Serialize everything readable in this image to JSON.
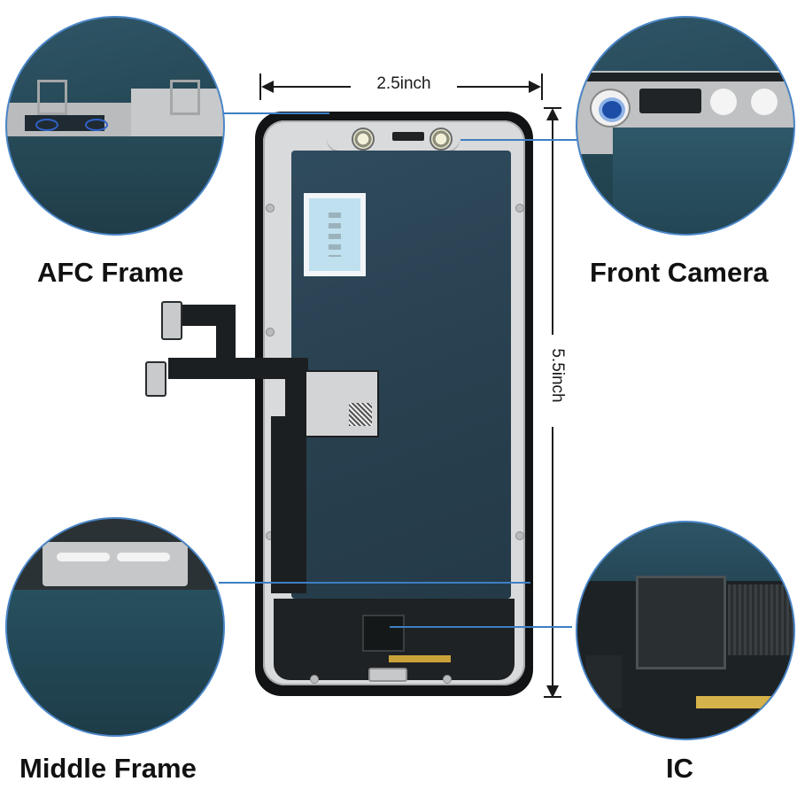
{
  "dimensions": {
    "width_label": "2.5inch",
    "height_label": "5.5inch"
  },
  "callouts": {
    "afc_frame": "AFC Frame",
    "front_camera": "Front Camera",
    "middle_frame": "Middle Frame",
    "ic": "IC"
  },
  "colors": {
    "leader_line": "#3d7fc2",
    "circle_border": "#4a86c8",
    "panel": "#2f4b5e",
    "bezel": "#111314",
    "frame": "#d9dadb"
  }
}
